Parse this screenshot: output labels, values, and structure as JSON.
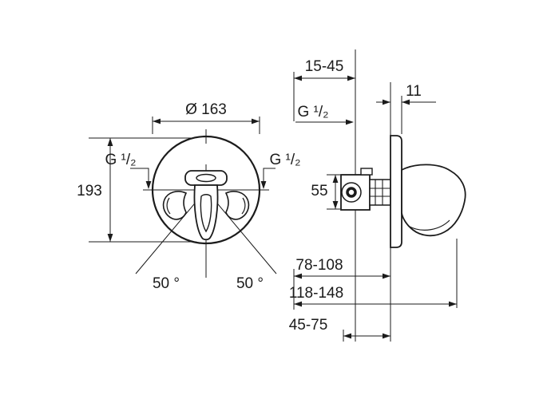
{
  "front_view": {
    "diameter_label": "Ø 163",
    "height_label": "193",
    "thread_left_label": "G ¹/₂",
    "thread_right_label": "G ¹/₂",
    "swivel_left_label": "50 °",
    "swivel_right_label": "50 °"
  },
  "side_view": {
    "wall_depth_label": "15-45",
    "plate_thickness_label": "11",
    "thread_label": "G ¹/₂",
    "body_height_label": "55",
    "depth_range_1_label": "78-108",
    "depth_range_2_label": "118-148",
    "depth_range_3_label": "45-75"
  }
}
